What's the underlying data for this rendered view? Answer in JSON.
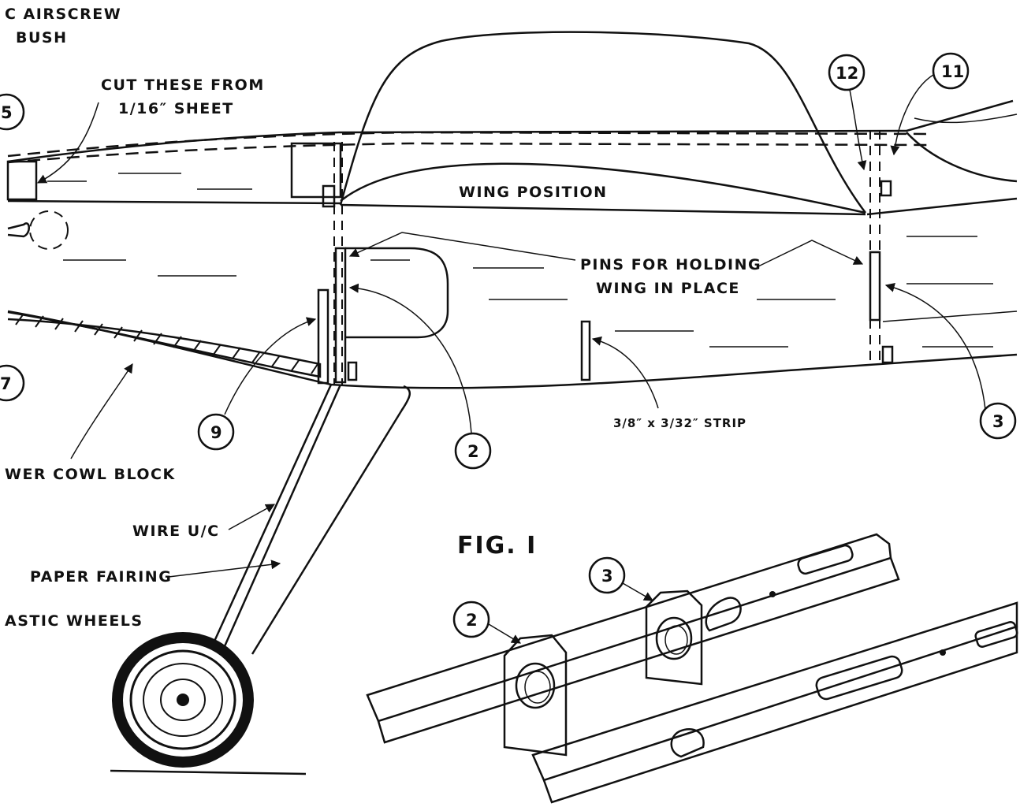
{
  "labels": {
    "airscrew_line1": "C AIRSCREW",
    "airscrew_line2": "BUSH",
    "cut_line1": "CUT THESE FROM",
    "cut_line2": "1/16″ SHEET",
    "wing_position": "WING POSITION",
    "pins_line1": "PINS FOR HOLDING",
    "pins_line2": "WING IN PLACE",
    "strip": "3/8″ x 3/32″ STRIP",
    "lower_cowl": "WER COWL BLOCK",
    "wire_uc": "WIRE U/C",
    "paper_fairing": "PAPER FAIRING",
    "plastic_wheels": "ASTIC WHEELS",
    "fig_title": "FIG. I"
  },
  "callouts": {
    "c5": "5",
    "c7": "7",
    "c9": "9",
    "c2": "2",
    "c3": "3",
    "c11": "11",
    "c12": "12",
    "fig_c2": "2",
    "fig_c3": "3"
  }
}
